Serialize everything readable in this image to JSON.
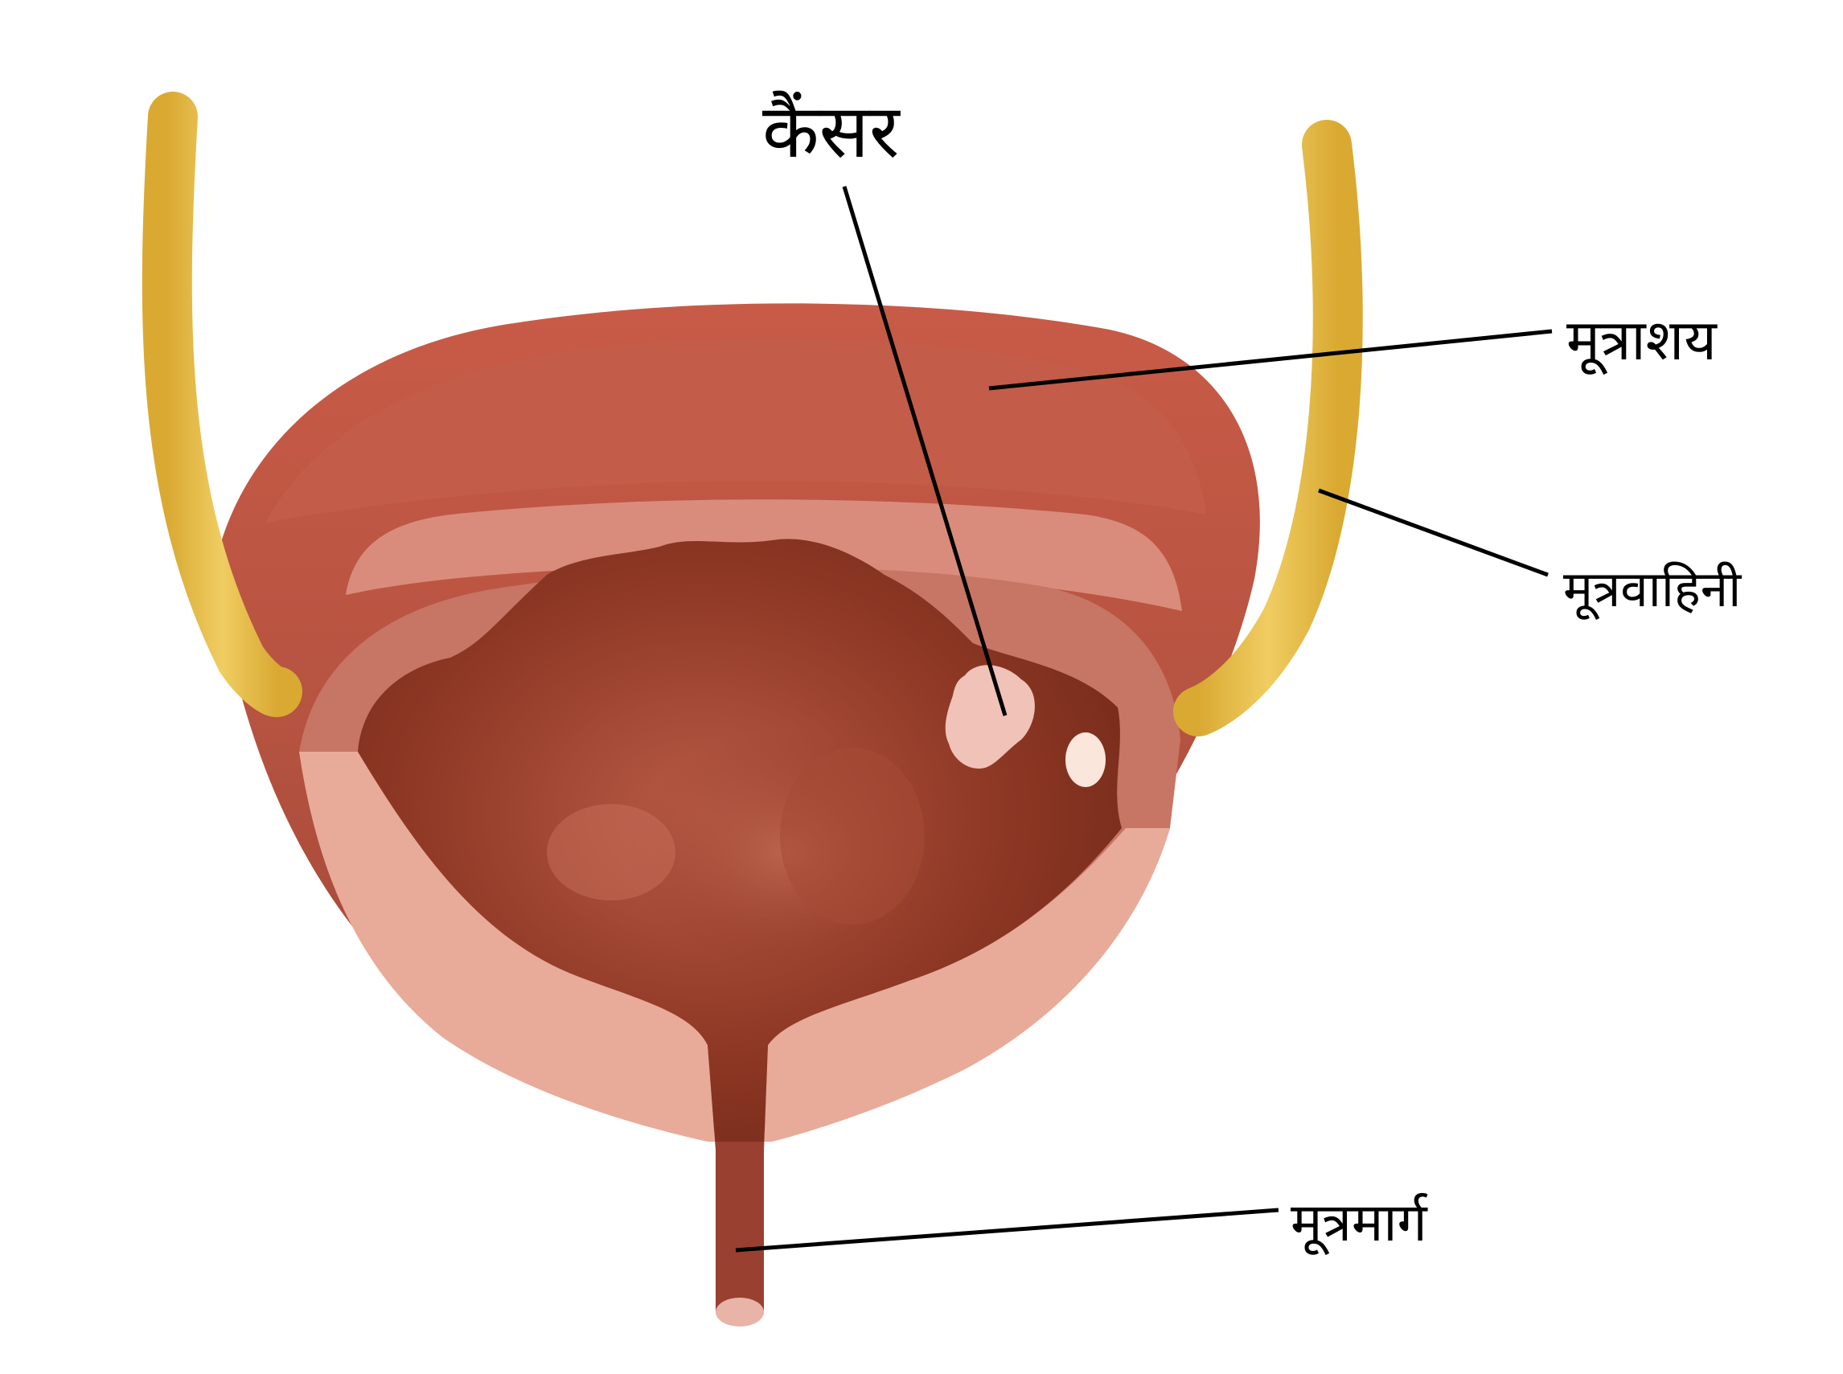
{
  "labels": {
    "cancer": "कैंसर",
    "bladder": "मूत्राशय",
    "ureter": "मूत्रवाहिनी",
    "urethra": "मूत्रमार्ग"
  },
  "colors": {
    "bladder_outer": "#b04e3c",
    "bladder_top": "#c45a47",
    "wall_band": "#d88a7a",
    "lining_pink": "#e9aa98",
    "cavity": "#8a3322",
    "ureter_yellow": "#e2b84a",
    "tumor": "#f0c4bc",
    "leader_line": "#000000"
  }
}
